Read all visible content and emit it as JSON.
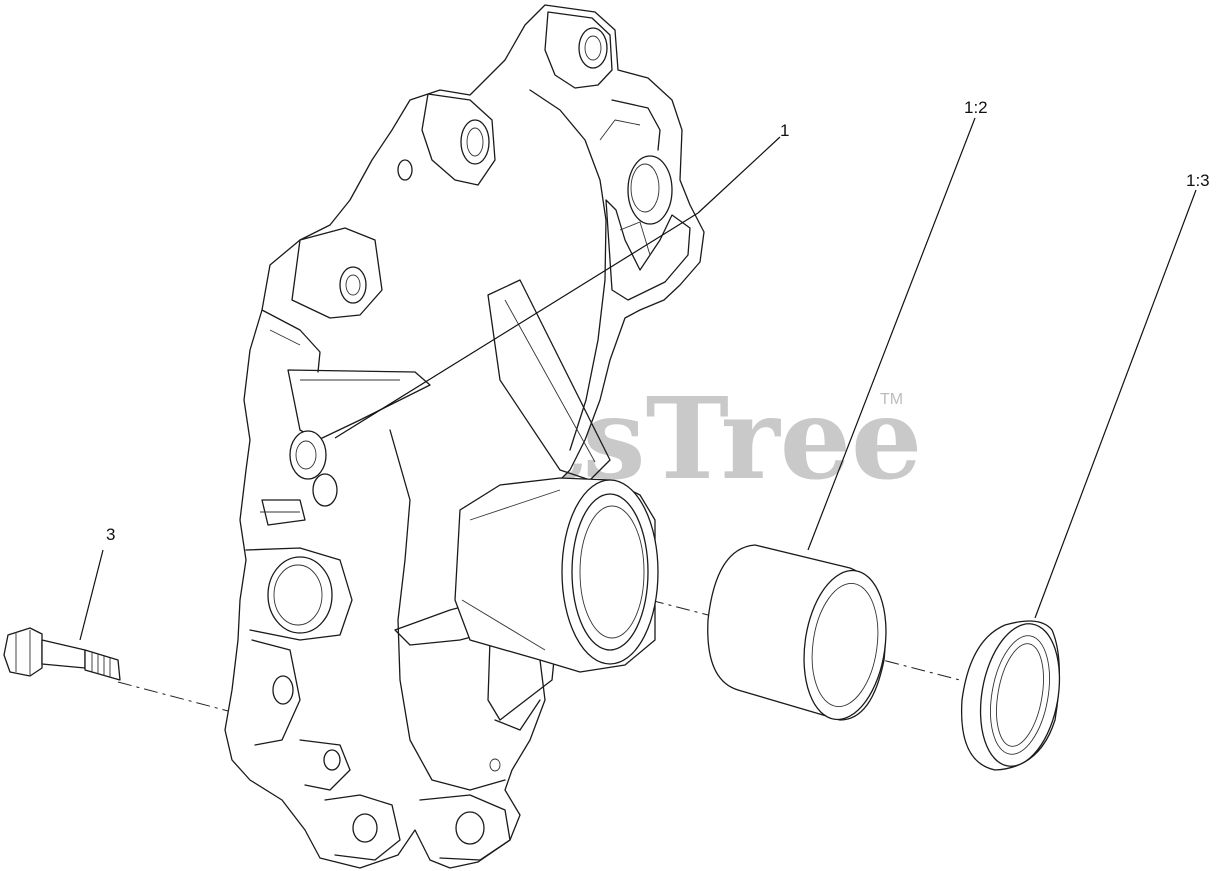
{
  "watermark": {
    "text": "PartsTree",
    "trademark": "TM",
    "color": "#c9c9c9"
  },
  "callouts": [
    {
      "id": "1",
      "label": "1"
    },
    {
      "id": "1-2",
      "label": "1:2"
    },
    {
      "id": "1-3",
      "label": "1:3"
    },
    {
      "id": "3",
      "label": "3"
    }
  ],
  "parts": [
    {
      "ref": "1",
      "icon": "gear-case-cover-icon"
    },
    {
      "ref": "1:2",
      "icon": "bushing-icon"
    },
    {
      "ref": "1:3",
      "icon": "seal-ring-icon"
    },
    {
      "ref": "3",
      "icon": "flange-bolt-icon"
    }
  ]
}
